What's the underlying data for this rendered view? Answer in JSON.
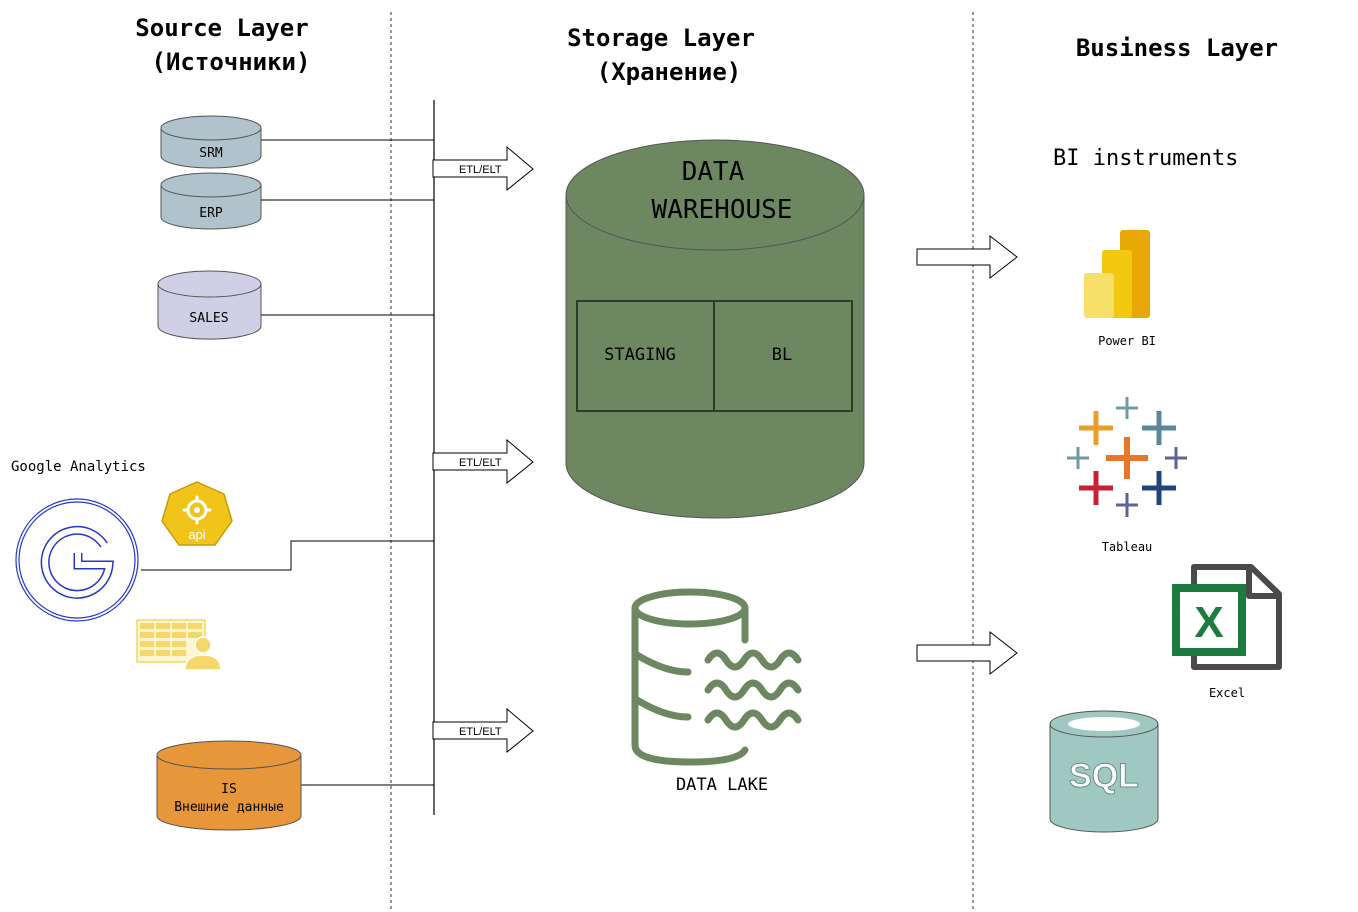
{
  "headers": {
    "source_title": "Source Layer",
    "source_subtitle": "(Источники)",
    "storage_title": "Storage Layer",
    "storage_subtitle": "(Хранение)",
    "business_title": "Business Layer"
  },
  "sources": {
    "srm": "SRM",
    "erp": "ERP",
    "sales": "SALES",
    "google_analytics": "Google Analytics",
    "api_label": "api",
    "is_line1": "IS",
    "is_line2": "Внешние данные"
  },
  "etl": {
    "arrow1": "ETL/ELT",
    "arrow2": "ETL/ELT",
    "arrow3": "ETL/ELT"
  },
  "storage": {
    "dwh_line1": "DATA",
    "dwh_line2": "WAREHOUSE",
    "staging": "STAGING",
    "bl": "BL",
    "data_lake": "DATA LAKE"
  },
  "business": {
    "bi_heading": "BI instruments",
    "power_bi": "Power BI",
    "tableau": "Tableau",
    "excel": "Excel",
    "excel_letter": "X",
    "sql": "SQL"
  },
  "colors": {
    "srm_erp_fill": "#b0c3cc",
    "sales_fill": "#d0cfe6",
    "is_fill": "#e8963a",
    "dwh_fill": "#6d8861",
    "lake_stroke": "#6d8861",
    "sql_fill": "#9fc8c0",
    "excel_green": "#1e7b3f",
    "google_blue": "#2437c8",
    "api_yellow": "#f0c419",
    "powerbi_yellow": "#f2c811"
  }
}
